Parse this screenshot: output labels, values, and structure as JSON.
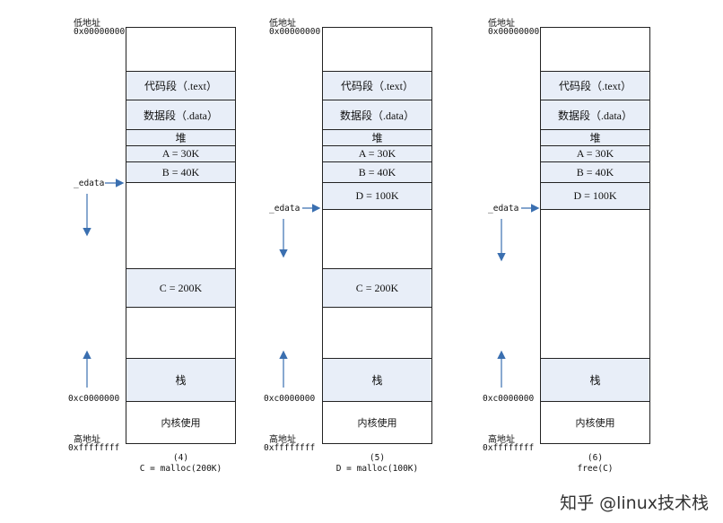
{
  "panels": [
    {
      "low_addr_label": "低地址",
      "low_addr": "0x00000000",
      "code": "代码段（.text）",
      "data": "数据段（.data）",
      "heap": "堆",
      "a": "A = 30K",
      "b": "B = 40K",
      "c": "C = 200K",
      "edata": "_edata",
      "stack": "栈",
      "stack_addr": "0xc0000000",
      "kernel": "内核使用",
      "high_addr_label": "高地址",
      "high_addr": "0xffffffff",
      "step": "(4)",
      "caption": "C = malloc(200K)"
    },
    {
      "low_addr_label": "低地址",
      "low_addr": "0x00000000",
      "code": "代码段（.text）",
      "data": "数据段（.data）",
      "heap": "堆",
      "a": "A = 30K",
      "b": "B = 40K",
      "d": "D = 100K",
      "c": "C = 200K",
      "edata": "_edata",
      "stack": "栈",
      "stack_addr": "0xc0000000",
      "kernel": "内核使用",
      "high_addr_label": "高地址",
      "high_addr": "0xffffffff",
      "step": "(5)",
      "caption": "D = malloc(100K)"
    },
    {
      "low_addr_label": "低地址",
      "low_addr": "0x00000000",
      "code": "代码段（.text）",
      "data": "数据段（.data）",
      "heap": "堆",
      "a": "A = 30K",
      "b": "B = 40K",
      "d": "D = 100K",
      "edata": "_edata",
      "stack": "栈",
      "stack_addr": "0xc0000000",
      "kernel": "内核使用",
      "high_addr_label": "高地址",
      "high_addr": "0xffffffff",
      "step": "(6)",
      "caption": "free(C)"
    }
  ],
  "watermark": "知乎 @linux技术栈",
  "colors": {
    "fill": "#e8eef8",
    "arrow": "#3a6fb0",
    "border": "#222222"
  }
}
